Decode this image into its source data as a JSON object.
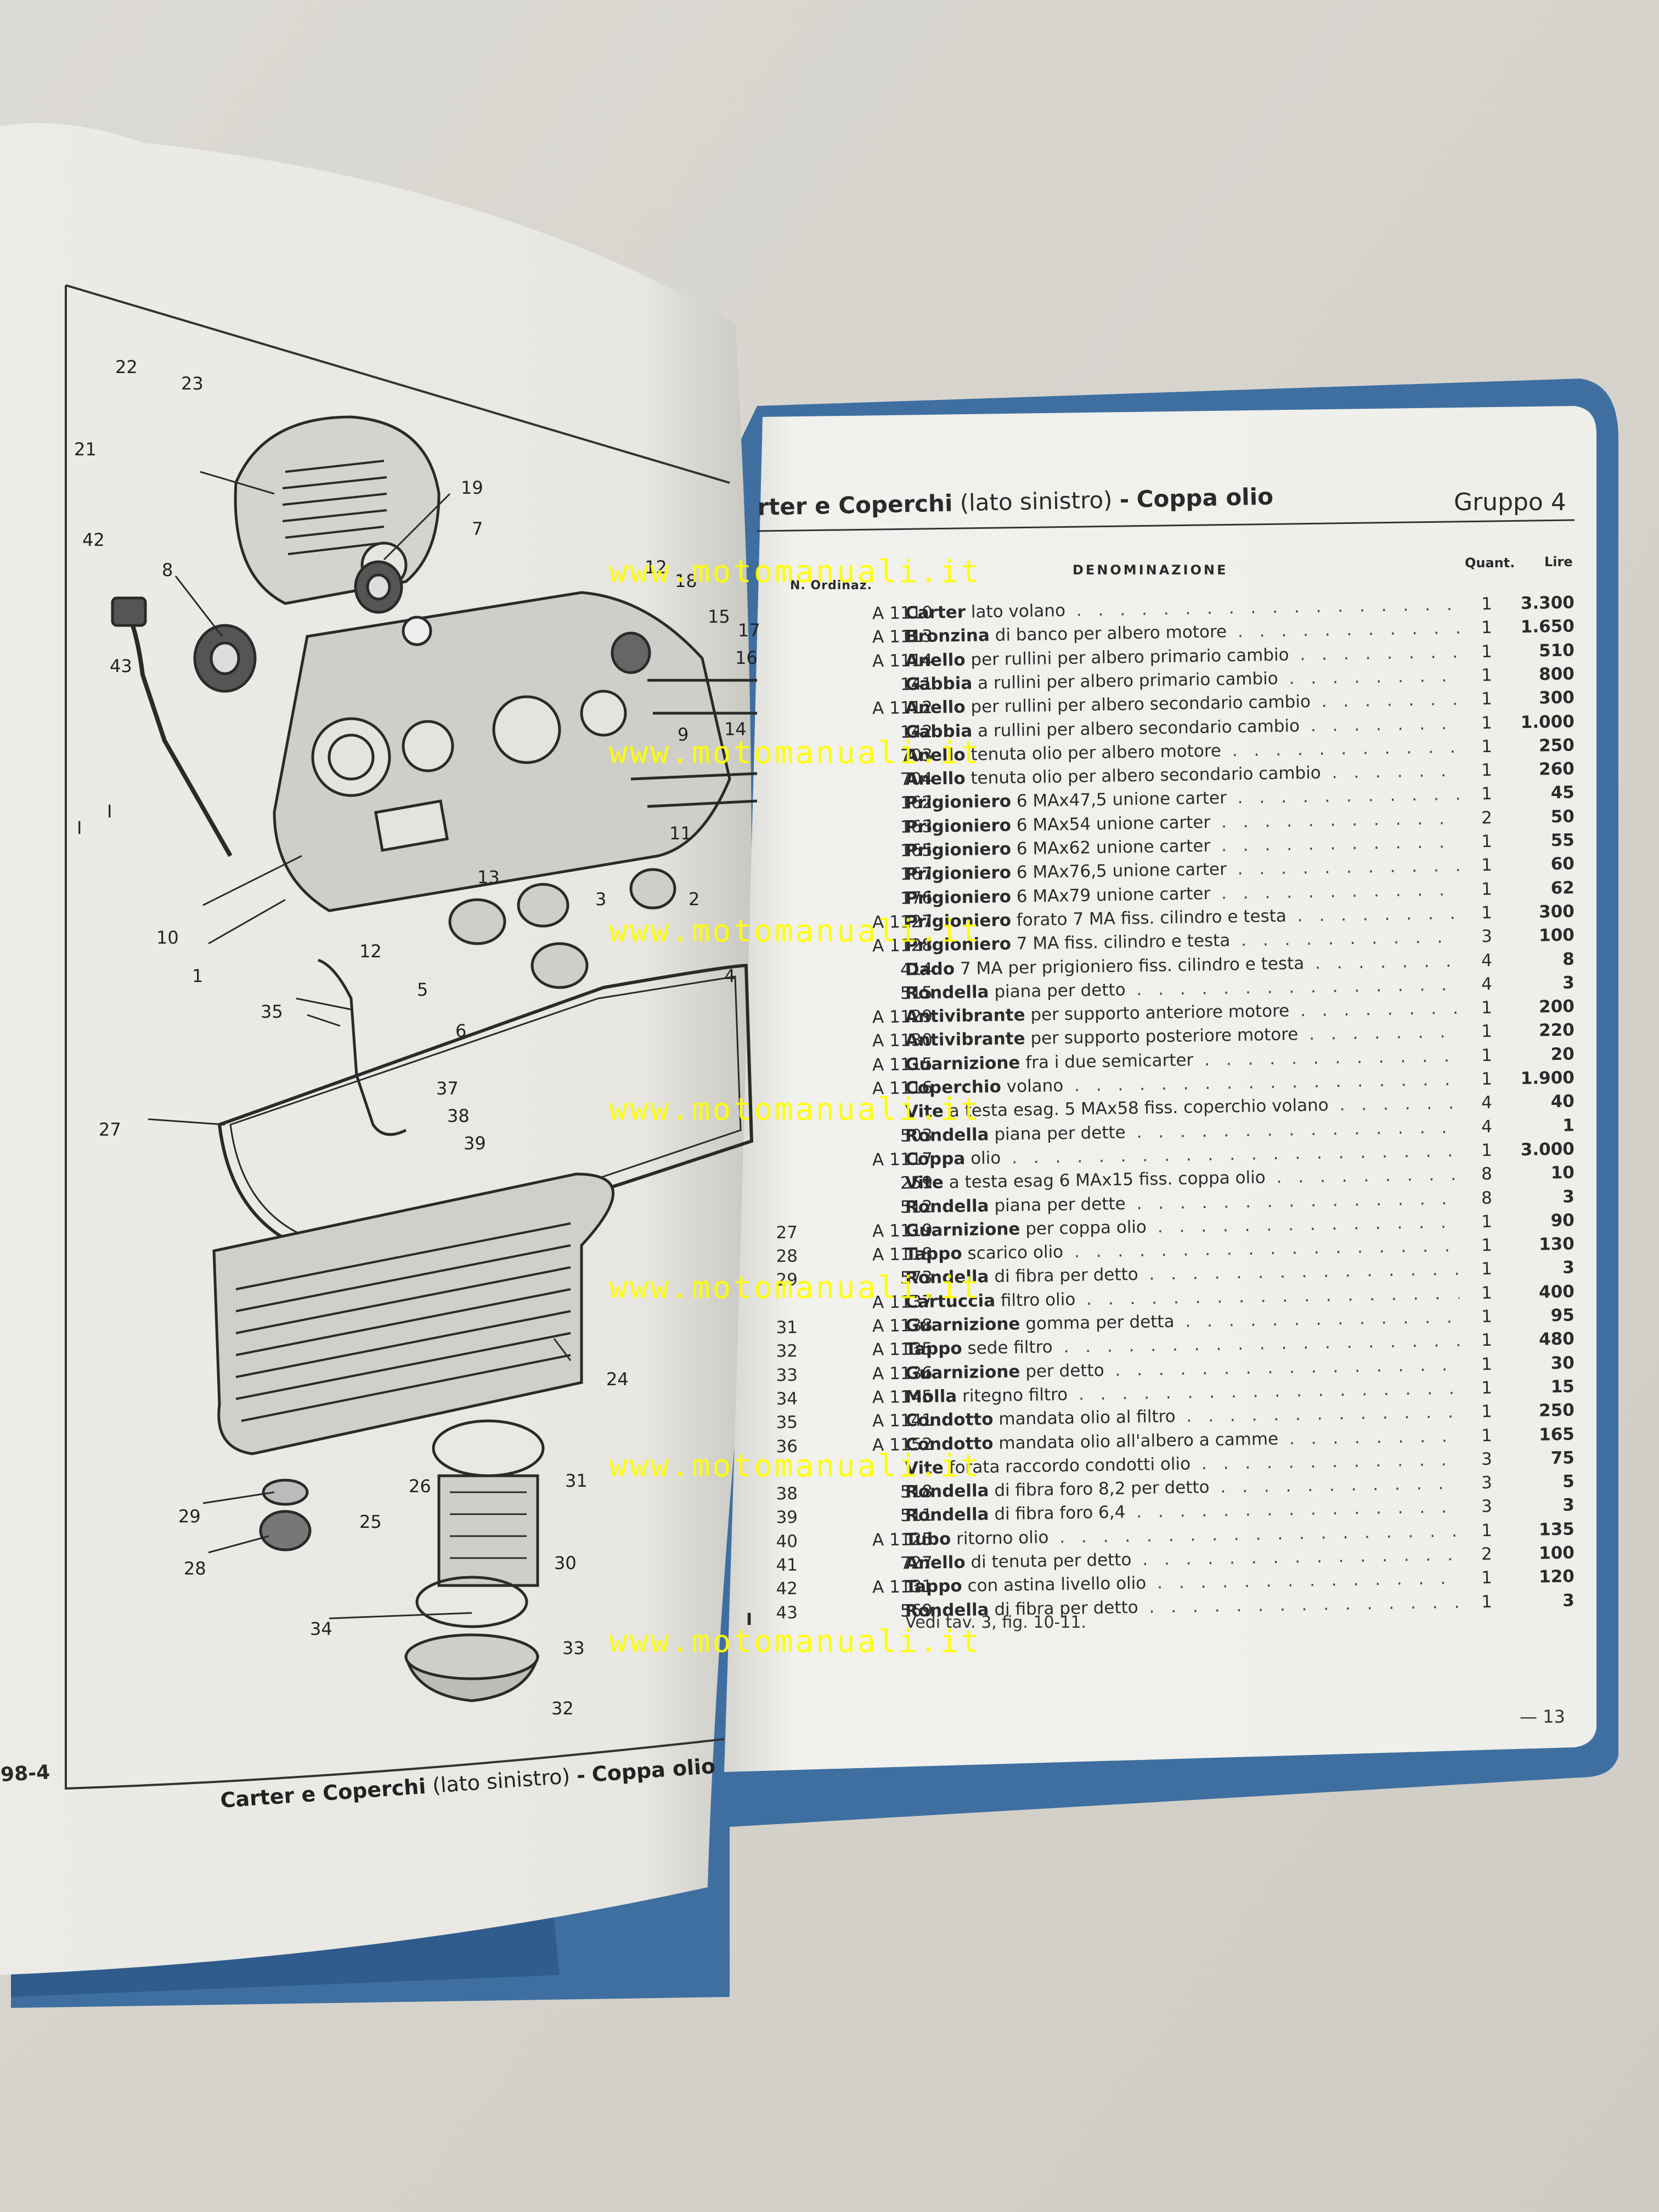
{
  "header": {
    "title_bold_1": "rter e Coperchi",
    "title_plain": "(lato sinistro)",
    "title_sep": "-",
    "title_bold_2": "Coppa olio",
    "group": "Gruppo 4"
  },
  "columns": {
    "ordinal": "N. Ordinaz.",
    "name": "DENOMINAZIONE",
    "qty": "Quant.",
    "price": "Lire"
  },
  "rows": [
    {
      "num": "",
      "code": "A 1110",
      "bold": "Carter",
      "text": "lato volano",
      "qty": "1",
      "price": "3.300"
    },
    {
      "num": "",
      "code": "A 1113",
      "bold": "Bronzina",
      "text": "di banco per albero motore",
      "qty": "1",
      "price": "1.650"
    },
    {
      "num": "",
      "code": "A 1114",
      "bold": "Anello",
      "text": "per rullini per albero primario cambio",
      "qty": "1",
      "price": "510"
    },
    {
      "num": "",
      "code": "141",
      "bold": "Gabbia",
      "text": "a rullini per albero primario cambio",
      "qty": "1",
      "price": "800"
    },
    {
      "num": "",
      "code": "A 1112",
      "bold": "Anello",
      "text": "per rullini per albero secondario cambio",
      "qty": "1",
      "price": "300"
    },
    {
      "num": "",
      "code": "142",
      "bold": "Gabbia",
      "text": "a rullini per albero secondario cambio",
      "qty": "1",
      "price": "1.000"
    },
    {
      "num": "",
      "code": "703",
      "bold": "Anello",
      "text": "tenuta olio per albero motore",
      "qty": "1",
      "price": "250"
    },
    {
      "num": "",
      "code": "704",
      "bold": "Anello",
      "text": "tenuta olio per albero secondario cambio",
      "qty": "1",
      "price": "260"
    },
    {
      "num": "",
      "code": "162",
      "bold": "Prigioniero",
      "text": "6 MAx47,5 unione carter",
      "qty": "1",
      "price": "45"
    },
    {
      "num": "",
      "code": "163",
      "bold": "Prigioniero",
      "text": "6 MAx54 unione carter",
      "qty": "2",
      "price": "50"
    },
    {
      "num": "",
      "code": "165",
      "bold": "Prigioniero",
      "text": "6 MAx62 unione carter",
      "qty": "1",
      "price": "55"
    },
    {
      "num": "",
      "code": "167",
      "bold": "Prigioniero",
      "text": "6 MAx76,5 unione carter",
      "qty": "1",
      "price": "60"
    },
    {
      "num": "",
      "code": "176",
      "bold": "Prigioniero",
      "text": "6 MAx79 unione carter",
      "qty": "1",
      "price": "62"
    },
    {
      "num": "",
      "code": "A 1127",
      "bold": "Prigioniero",
      "text": "forato 7 MA fiss. cilindro e testa",
      "qty": "1",
      "price": "300"
    },
    {
      "num": "",
      "code": "A 1128",
      "bold": "Prigioniero",
      "text": "7 MA fiss. cilindro e testa",
      "qty": "3",
      "price": "100"
    },
    {
      "num": "",
      "code": "414",
      "bold": "Dado",
      "text": "7 MA per prigioniero fiss. cilindro e testa",
      "qty": "4",
      "price": "8"
    },
    {
      "num": "",
      "code": "515",
      "bold": "Rondella",
      "text": "piana per detto",
      "qty": "4",
      "price": "3"
    },
    {
      "num": "",
      "code": "A 1129",
      "bold": "Antivibrante",
      "text": "per supporto anteriore motore",
      "qty": "1",
      "price": "200"
    },
    {
      "num": "",
      "code": "A 1130",
      "bold": "Antivibrante",
      "text": "per supporto posteriore motore",
      "qty": "1",
      "price": "220"
    },
    {
      "num": "",
      "code": "A 1115",
      "bold": "Guarnizione",
      "text": "fra i due semicarter",
      "qty": "1",
      "price": "20"
    },
    {
      "num": "",
      "code": "A 1116",
      "bold": "Coperchio",
      "text": "volano",
      "qty": "1",
      "price": "1.900"
    },
    {
      "num": "",
      "code": "",
      "bold": "Vite",
      "text": "a testa esag. 5 MAx58 fiss. coperchio volano",
      "qty": "4",
      "price": "40"
    },
    {
      "num": "",
      "code": "503",
      "bold": "Rondella",
      "text": "piana per dette",
      "qty": "4",
      "price": "1"
    },
    {
      "num": "",
      "code": "A 1117",
      "bold": "Coppa",
      "text": "olio",
      "qty": "1",
      "price": "3.000"
    },
    {
      "num": "",
      "code": "259",
      "bold": "Vite",
      "text": "a testa esag 6 MAx15 fiss. coppa olio",
      "qty": "8",
      "price": "10"
    },
    {
      "num": "",
      "code": "512",
      "bold": "Rondella",
      "text": "piana per dette",
      "qty": "8",
      "price": "3"
    },
    {
      "num": "27",
      "code": "A 1119",
      "bold": "Guarnizione",
      "text": "per coppa olio",
      "qty": "1",
      "price": "90"
    },
    {
      "num": "28",
      "code": "A 1118",
      "bold": "Tappo",
      "text": "scarico olio",
      "qty": "1",
      "price": "130"
    },
    {
      "num": "29",
      "code": "573",
      "bold": "Rondella",
      "text": "di fibra per detto",
      "qty": "1",
      "price": "3"
    },
    {
      "num": "",
      "code": "A 1137",
      "bold": "Cartuccia",
      "text": "filtro olio",
      "qty": "1",
      "price": "400"
    },
    {
      "num": "31",
      "code": "A 1138",
      "bold": "Guarnizione",
      "text": "gomma per detta",
      "qty": "1",
      "price": "95"
    },
    {
      "num": "32",
      "code": "A 1135",
      "bold": "Tappo",
      "text": "sede filtro",
      "qty": "1",
      "price": "480"
    },
    {
      "num": "33",
      "code": "A 1136",
      "bold": "Guarnizione",
      "text": "per detto",
      "qty": "1",
      "price": "30"
    },
    {
      "num": "34",
      "code": "A 1145",
      "bold": "Molla",
      "text": "ritegno filtro",
      "qty": "1",
      "price": "15"
    },
    {
      "num": "35",
      "code": "A 1141",
      "bold": "Condotto",
      "text": "mandata olio al filtro",
      "qty": "1",
      "price": "250"
    },
    {
      "num": "36",
      "code": "A 1152",
      "bold": "Condotto",
      "text": "mandata olio all'albero a camme",
      "qty": "1",
      "price": "165"
    },
    {
      "num": "",
      "code": "",
      "bold": "Vite",
      "text": "forata raccordo condotti olio",
      "qty": "3",
      "price": "75"
    },
    {
      "num": "38",
      "code": "518",
      "bold": "Rondella",
      "text": "di fibra foro 8,2 per detto",
      "qty": "3",
      "price": "5"
    },
    {
      "num": "39",
      "code": "511",
      "bold": "Rondella",
      "text": "di fibra foro 6,4",
      "qty": "3",
      "price": "3"
    },
    {
      "num": "40",
      "code": "A 1125",
      "bold": "Tubo",
      "text": "ritorno olio",
      "qty": "1",
      "price": "135"
    },
    {
      "num": "41",
      "code": "727",
      "bold": "Anello",
      "text": "di tenuta per detto",
      "qty": "2",
      "price": "100"
    },
    {
      "num": "42",
      "code": "A 1131",
      "bold": "Tappo",
      "text": "con astina livello olio",
      "qty": "1",
      "price": "120"
    },
    {
      "num": "43",
      "code": "569",
      "bold": "Rondella",
      "text": "di fibra per detto",
      "qty": "1",
      "price": "3"
    }
  ],
  "footnote_num": "I",
  "footnote": "Vedi tav. 3, fig. 10-11.",
  "page_number": "— 13",
  "watermark": "www.motomanuali.it",
  "figure": {
    "id": "98-4",
    "caption_bold_1": "Carter e Coperchi",
    "caption_plain": "(lato sinistro)",
    "caption_sep": "-",
    "caption_bold_2": "Coppa olio"
  },
  "diagram_labels": [
    "22",
    "23",
    "21",
    "19",
    "7",
    "42",
    "8",
    "43",
    "12",
    "18",
    "15",
    "17",
    "16",
    "14",
    "9",
    "I",
    "I",
    "10",
    "1",
    "12",
    "13",
    "3",
    "2",
    "5",
    "6",
    "4",
    "11",
    "35",
    "37",
    "38",
    "39",
    "27",
    "24",
    "26",
    "25",
    "29",
    "28",
    "31",
    "30",
    "34",
    "33",
    "32"
  ],
  "colors": {
    "background": "#d9d6cf",
    "page": "#efefec",
    "cover": "#3f6fa0",
    "watermark": "#ffff00"
  }
}
